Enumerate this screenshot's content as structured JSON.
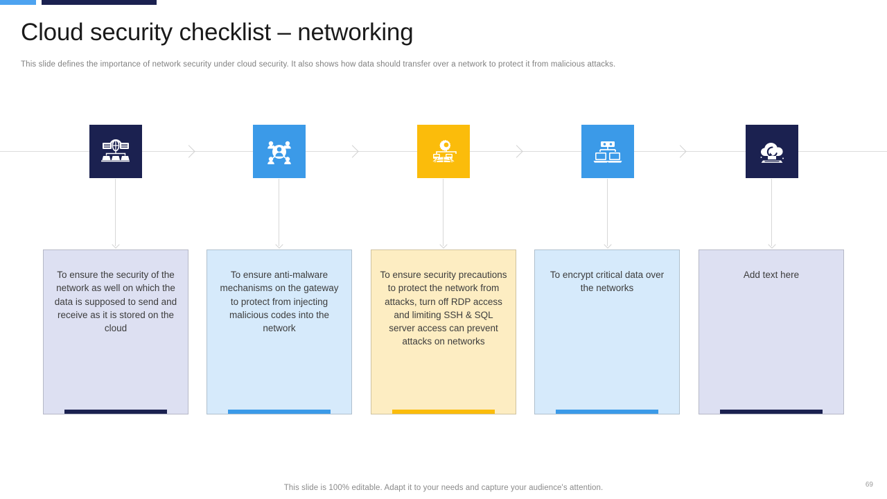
{
  "slide": {
    "title": "Cloud security checklist – networking",
    "subtitle": "This slide defines the importance of network security under cloud security. It also shows how data should transfer over a network to protect it from malicious attacks.",
    "footer_note": "This slide is 100% editable. Adapt it to your needs and capture your audience's attention.",
    "page_number": "69"
  },
  "theme": {
    "accent_blue": "#3b9ae8",
    "accent_navy": "#1b2150",
    "accent_amber": "#fbbc0b",
    "card_lavender_bg": "#dde0f2",
    "card_lightblue_bg": "#d6eafb",
    "card_cream_bg": "#fdedc2",
    "line_gray": "#dcdcdc",
    "text_gray": "#3c3c3c"
  },
  "topbars": [
    {
      "name": "accent-bar-blue",
      "color": "#4da3f0"
    },
    {
      "name": "accent-bar-navy",
      "color": "#1b2150"
    }
  ],
  "steps": [
    {
      "id": "step-1",
      "icon_name": "network-server-globe-icon",
      "icon_tile_color": "#1b2150",
      "icon_glyph_color": "#ffffff",
      "card_text": "To ensure the security of the network as well on which the data is supposed to send and receive as it is stored on the cloud",
      "card_bg": "#dde0f2",
      "card_bar_color": "#1b2150"
    },
    {
      "id": "step-2",
      "icon_name": "user-network-connection-icon",
      "icon_tile_color": "#3b9ae8",
      "icon_glyph_color": "#ffffff",
      "card_text": "To ensure anti-malware mechanisms on the gateway to protect from injecting malicious codes into the network",
      "card_bg": "#d6eafb",
      "card_bar_color": "#3b9ae8"
    },
    {
      "id": "step-3",
      "icon_name": "gear-global-network-icon",
      "icon_tile_color": "#fbbc0b",
      "icon_glyph_color": "#ffffff",
      "card_text": "To ensure security precautions to protect the network from attacks, turn off RDP access and limiting SSH & SQL server access can prevent attacks on networks",
      "card_bg": "#fdedc2",
      "card_bar_color": "#fbbc0b"
    },
    {
      "id": "step-4",
      "icon_name": "server-computers-topology-icon",
      "icon_tile_color": "#3b9ae8",
      "icon_glyph_color": "#ffffff",
      "card_text": "To encrypt critical data over the networks",
      "card_bg": "#d6eafb",
      "card_bar_color": "#3b9ae8"
    },
    {
      "id": "step-5",
      "icon_name": "cloud-sync-laptop-icon",
      "icon_tile_color": "#1b2150",
      "icon_glyph_color": "#ffffff",
      "card_text": "Add text here",
      "card_bg": "#dde0f2",
      "card_bar_color": "#1b2150"
    }
  ]
}
